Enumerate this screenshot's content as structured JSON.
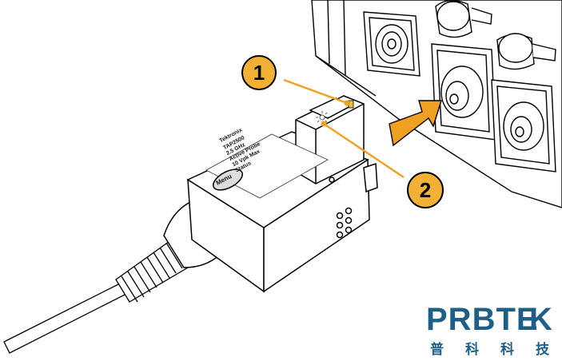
{
  "callouts": [
    {
      "number": "1"
    },
    {
      "number": "2"
    }
  ],
  "probe": {
    "label_lines": [
      "TAP2500",
      "2.5 GHz",
      "Active Probe",
      "10 Vpk Max",
      "Status"
    ],
    "brand": "Tektronix",
    "button_label": "Menu"
  },
  "logo": {
    "word_main": "PRBTE",
    "word_last": "K",
    "cjk": [
      "普",
      "科",
      "科",
      "技"
    ]
  },
  "colors": {
    "callout_fill": "#f2b134",
    "leader_line": "#f0a020",
    "arrow_fill": "#f0a020",
    "logo_blue": "#1d5f86"
  }
}
